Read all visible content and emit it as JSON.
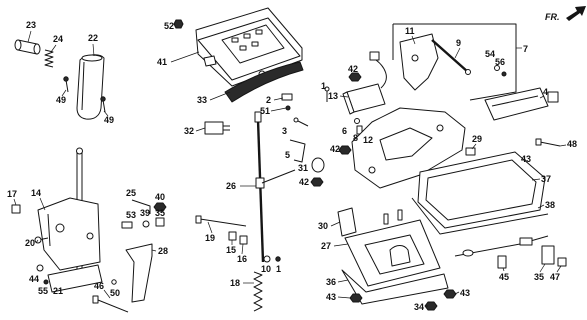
{
  "direction_label": "FR.",
  "callouts": [
    "23",
    "24",
    "22",
    "49",
    "49",
    "52",
    "41",
    "33",
    "11",
    "9",
    "7",
    "54",
    "56",
    "42",
    "1",
    "13",
    "2",
    "51",
    "6",
    "8",
    "12",
    "42",
    "4",
    "48",
    "29",
    "43",
    "3",
    "5",
    "31",
    "42",
    "32",
    "26",
    "37",
    "38",
    "17",
    "14",
    "25",
    "53",
    "39",
    "40",
    "35",
    "19",
    "15",
    "16",
    "10",
    "1",
    "18",
    "20",
    "28",
    "44",
    "55",
    "21",
    "46",
    "50",
    "30",
    "27",
    "36",
    "43",
    "43",
    "34",
    "45",
    "35",
    "47"
  ]
}
